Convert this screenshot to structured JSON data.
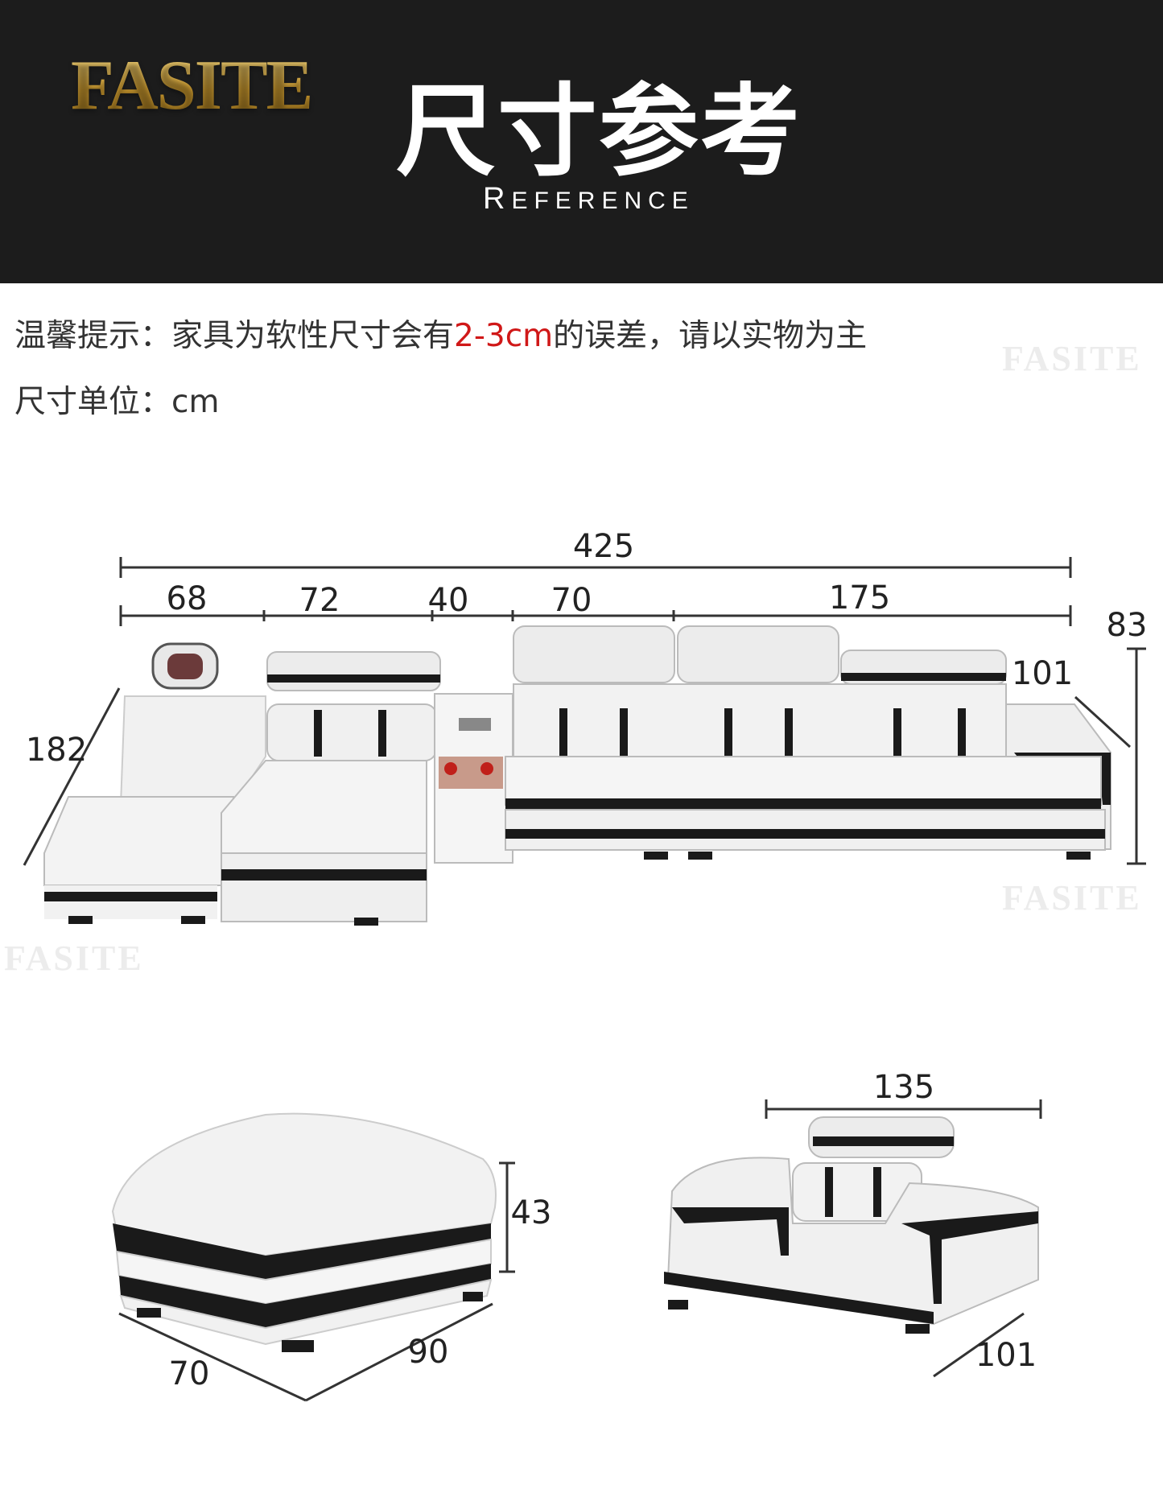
{
  "header": {
    "brand": "FASITE",
    "title": "尺寸参考",
    "subtitle_first": "R",
    "subtitle_rest": "EFERENCE"
  },
  "notice": {
    "prefix": "温馨提示：家具为软性尺寸会有",
    "highlight": "2-3cm",
    "suffix": "的误差，请以实物为主",
    "highlight_color": "#d01818",
    "unit_line": "尺寸单位：cm"
  },
  "watermark": "FASITE",
  "sofa": {
    "total_width": "425",
    "segments": [
      "68",
      "72",
      "40",
      "70",
      "175"
    ],
    "height": "83",
    "depth": "101",
    "chaise_length": "182"
  },
  "ottoman": {
    "height": "43",
    "width": "70",
    "length": "90"
  },
  "armchair": {
    "width": "135",
    "depth": "101"
  },
  "colors": {
    "header_bg": "#1c1c1c",
    "leather": "#eeeeee",
    "trim": "#1a1a1a"
  }
}
